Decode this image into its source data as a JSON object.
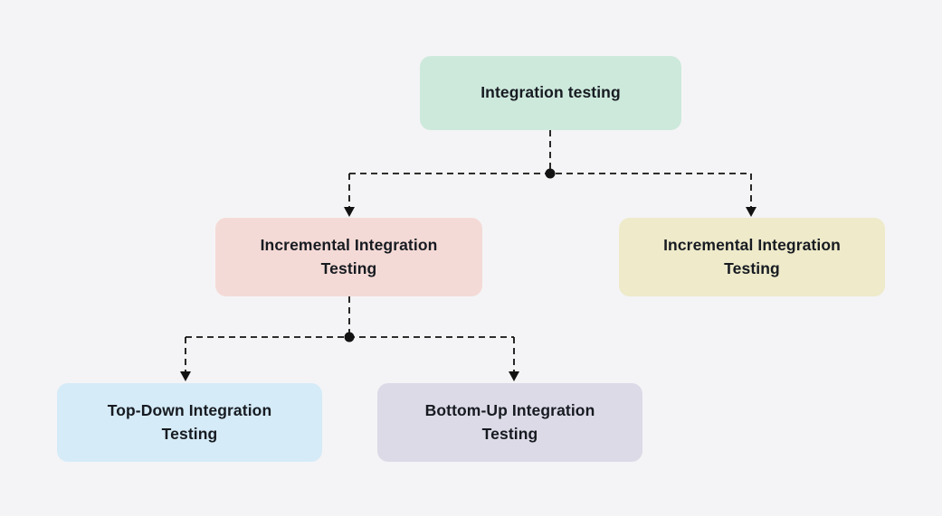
{
  "canvas": {
    "background_color": "#f4f4f6",
    "connector_color": "#121212"
  },
  "diagram": {
    "type": "flowchart",
    "nodes": [
      {
        "id": "integration-testing",
        "label": "Integration testing",
        "bg": "#cde9dc"
      },
      {
        "id": "incremental-integration-left",
        "label": "Incremental Integration Testing",
        "bg": "#f4dad6"
      },
      {
        "id": "incremental-integration-right",
        "label": "Incremental Integration Testing",
        "bg": "#eeeaca"
      },
      {
        "id": "top-down-integration",
        "label": "Top-Down Integration Testing",
        "bg": "#d5ebf7"
      },
      {
        "id": "bottom-up-integration",
        "label": "Bottom-Up Integration Testing",
        "bg": "#dcdae7"
      }
    ],
    "edges": [
      {
        "from": "integration-testing",
        "to": "incremental-integration-left",
        "style": "dashed-arrow"
      },
      {
        "from": "integration-testing",
        "to": "incremental-integration-right",
        "style": "dashed-arrow"
      },
      {
        "from": "incremental-integration-left",
        "to": "top-down-integration",
        "style": "dashed-arrow"
      },
      {
        "from": "incremental-integration-left",
        "to": "bottom-up-integration",
        "style": "dashed-arrow"
      }
    ]
  }
}
